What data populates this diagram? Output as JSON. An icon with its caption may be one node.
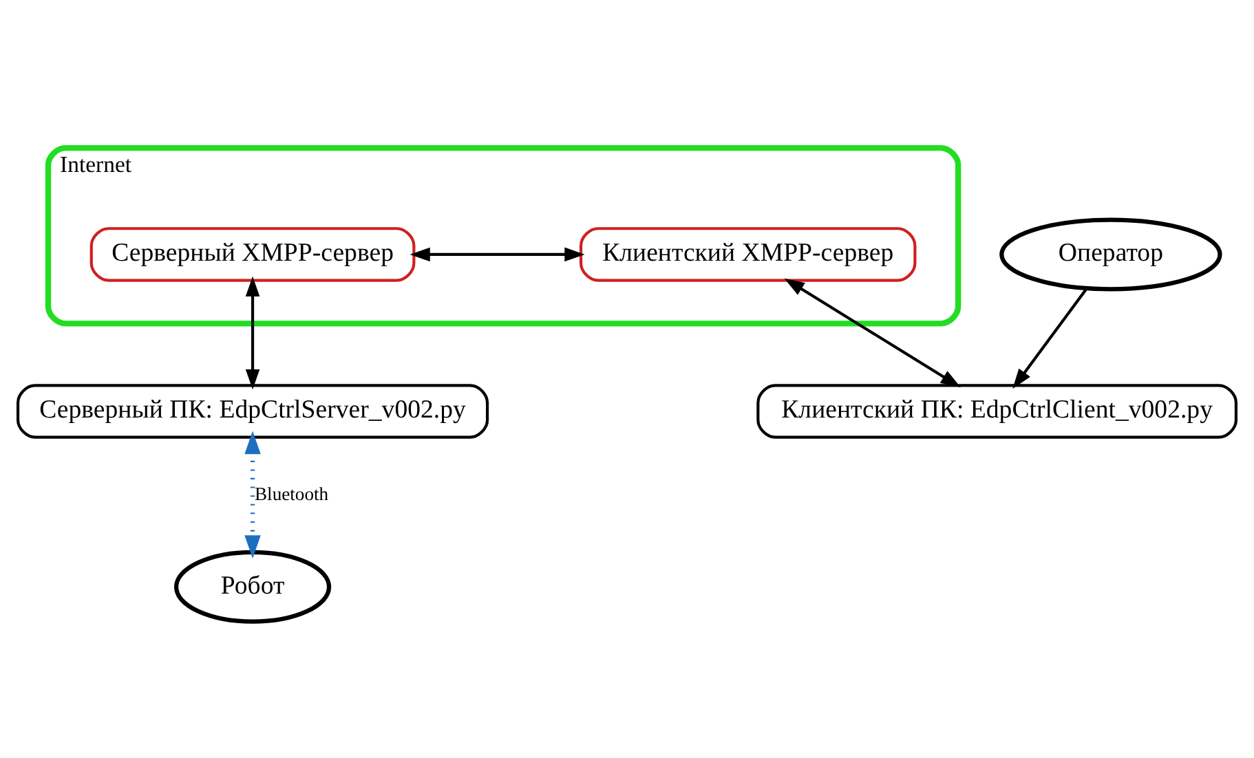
{
  "diagram": {
    "nodes": [
      {
        "text": [
          "Internet"
        ]
      },
      {
        "text": [
          "Клиентский XMPP-сервер"
        ],
        "in": 0
      },
      {
        "text": [
          "Серверный XMPP-сервер"
        ],
        "in": 0
      },
      {
        "text": [
          "Клиентский ПК: EdpCtrlClient_v002.py"
        ]
      },
      {
        "text": [
          "Серверный ПК: EdpCtrlServer_v002.py"
        ]
      },
      {
        "text": [
          "Оператор"
        ]
      },
      {
        "text": [
          "Робот"
        ]
      }
    ],
    "edges": [
      {
        "from": 1,
        "to": 2,
        "arrow": "both"
      },
      {
        "from": 1,
        "to": 3,
        "arrow": "both"
      },
      {
        "from": 2,
        "to": 4,
        "arrow": "both"
      },
      {
        "from": 5,
        "to": 3,
        "arrow": "to"
      },
      {
        "from": 4,
        "to": 6,
        "arrow": "both",
        "label": "Bluetooth",
        "style": "dashed",
        "color": "#1f6fc0"
      }
    ]
  }
}
